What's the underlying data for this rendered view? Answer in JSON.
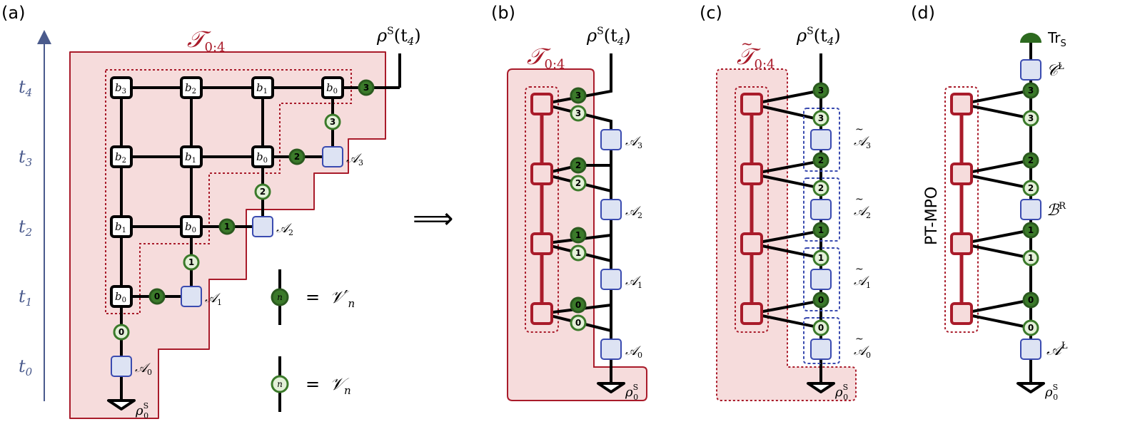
{
  "panels": {
    "a": "(a)",
    "b": "(b)",
    "c": "(c)",
    "d": "(d)"
  },
  "times": [
    "t0",
    "t1",
    "t2",
    "t3",
    "t4"
  ],
  "time_labels": {
    "t0": "t",
    "t0s": "0",
    "t1": "t",
    "t1s": "1",
    "t2": "t",
    "t2s": "2",
    "t3": "t",
    "t3s": "3",
    "t4": "t",
    "t4s": "4"
  },
  "b_labels": {
    "b0": "b",
    "b0s": "0",
    "b1": "b",
    "b1s": "1",
    "b2": "b",
    "b2s": "2",
    "b3": "b",
    "b3s": "3"
  },
  "tensor_label": {
    "T": "𝒯",
    "sub": "0:4"
  },
  "rho": {
    "rho": "ρ",
    "sup": "S",
    "arg": "(t",
    "argsub": "4",
    "close": ")"
  },
  "rho0": {
    "rho": "ρ",
    "sup": "S",
    "sub": "0"
  },
  "A_labels": {
    "A": "𝒜",
    "s0": "0",
    "s1": "1",
    "s2": "2",
    "s3": "3"
  },
  "legend": {
    "eq": "=",
    "Vprime": "𝒱",
    "prime": "′",
    "n": "n",
    "V": "𝒱"
  },
  "arrow": "⟹",
  "d_labels": {
    "tr": "Tr",
    "trs": "S",
    "C": "𝒞",
    "Cs": "L",
    "B": "ℬ",
    "Bs": "R",
    "A": "𝒜",
    "As": "L",
    "ptmpo": "PT-MPO"
  },
  "node_numbers": [
    "0",
    "1",
    "2",
    "3"
  ],
  "colors": {
    "red": "#a91b2a",
    "pink": "#f6dcdc",
    "green": "#3b7a2a",
    "lightgreen": "#e3f0d8",
    "blue": "#3a4bb0",
    "lightblue": "#dde3f3",
    "axis": "#4a5a8c"
  }
}
